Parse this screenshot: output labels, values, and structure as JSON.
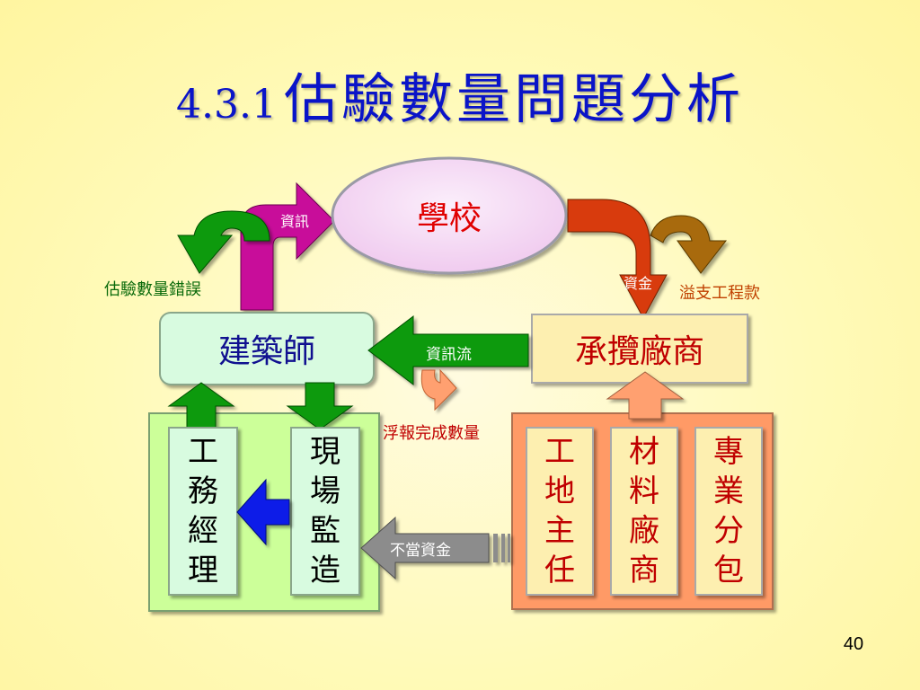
{
  "slide": {
    "number": "4.3.1",
    "title": "估驗數量問題分析",
    "page_number": "40"
  },
  "nodes": {
    "school": "學校",
    "architect": "建築師",
    "contractor": "承攬廠商",
    "engineering_manager": [
      "工",
      "務",
      "經",
      "理"
    ],
    "site_supervisor": [
      "現",
      "場",
      "監",
      "造"
    ],
    "site_foreman": [
      "工",
      "地",
      "主",
      "任"
    ],
    "material_supplier": [
      "材",
      "料",
      "廠",
      "商"
    ],
    "subcontractor": [
      "專",
      "業",
      "分",
      "包"
    ]
  },
  "edges": {
    "info": "資訊",
    "funds": "資金",
    "info_flow": "資訊流",
    "improper_funds": "不當資金",
    "estimate_error": "估驗數量錯誤",
    "overpayment": "溢支工程款",
    "false_report": "浮報完成數量"
  },
  "colors": {
    "title": "#0a14c8",
    "school_fill": "#f5d8f5",
    "architect_fill": "#d8fbe0",
    "contractor_fill": "#fdefb0",
    "orange_panel": "#ff9a66",
    "green_panel": "#ccff99",
    "magenta_arrow": "#c8109a",
    "red_arrow": "#d83a08",
    "green_arrow": "#0a9a0a",
    "brown_arrow": "#a86a08",
    "blue_arrow": "#0a1ee8",
    "peach_arrow": "#ffa070",
    "gray_arrow": "#8c8c8c"
  }
}
